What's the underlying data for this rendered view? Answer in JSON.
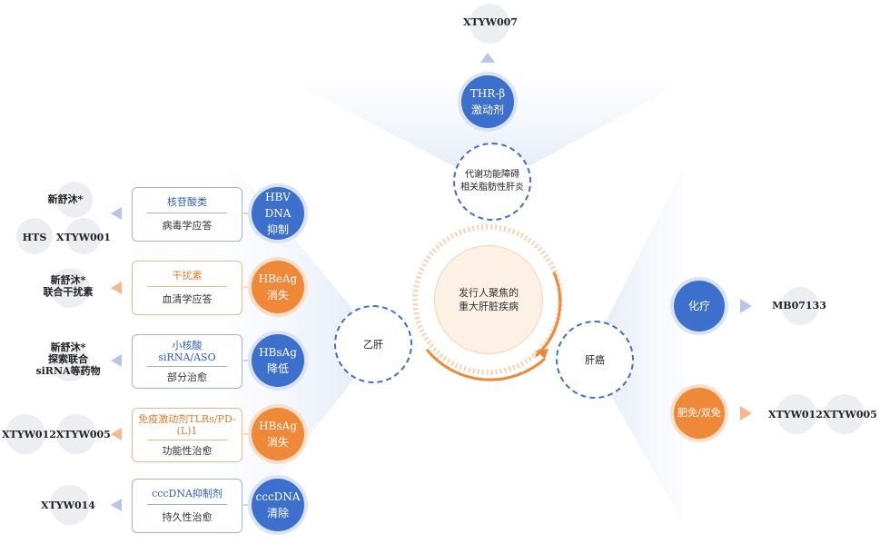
{
  "center": {
    "line1": "发行人聚焦的",
    "line2": "重大肝脏疾病"
  },
  "hubs": {
    "hepatitis_b": "乙肝",
    "liver_cancer": "肝癌",
    "mash": {
      "line1": "代谢功能障碍",
      "line2": "相关脂肪性肝炎"
    }
  },
  "mash_branch": {
    "badge": {
      "line1": "THR-β",
      "line2": "激动剂"
    },
    "output": "XTYW007"
  },
  "hbv_rows": [
    {
      "badge_line1": "HBV DNA",
      "badge_line2": "抑制",
      "box_top": "核苷酸类",
      "box_bottom": "病毒学应答",
      "output_line1": "新舒沐*",
      "output_line2": "",
      "output_line3": ""
    },
    {
      "badge_line1": "HBeAg",
      "badge_line2": "消失",
      "box_top": "干扰素",
      "box_bottom": "血清学应答",
      "output_line1": "新舒沐*",
      "output_line2": "联合干扰素",
      "output_line3": ""
    },
    {
      "badge_line1": "HBsAg",
      "badge_line2": "降低",
      "box_top": "小核酸 siRNA/ASO",
      "box_bottom": "部分治愈",
      "output_line1": "新舒沐*",
      "output_line2": "探索联合",
      "output_line3": "siRNA等药物"
    },
    {
      "badge_line1": "HBsAg",
      "badge_line2": "消失",
      "box_top": "免疫激动剂TLRs/PD-(L)1",
      "box_bottom": "功能性治愈",
      "output_line1": "XTYW012XTYW005",
      "output_line2": "",
      "output_line3": ""
    },
    {
      "badge_line1": "cccDNA",
      "badge_line2": "清除",
      "box_top": "cccDNA抑制剂",
      "box_bottom": "持久性治愈",
      "output_line1": "XTYW014",
      "output_line2": "",
      "output_line3": ""
    }
  ],
  "hbv_row1_extra": {
    "left": "HTS",
    "right": "XTYW001"
  },
  "cancer_rows": [
    {
      "badge": "化疗",
      "output": "MB07133"
    },
    {
      "badge": "肥免/双免",
      "output": "XTYW012XTYW005"
    }
  ],
  "colors": {
    "blue": "#3d6fcc",
    "orange": "#f0883a",
    "fan": "#e6ecf8"
  }
}
